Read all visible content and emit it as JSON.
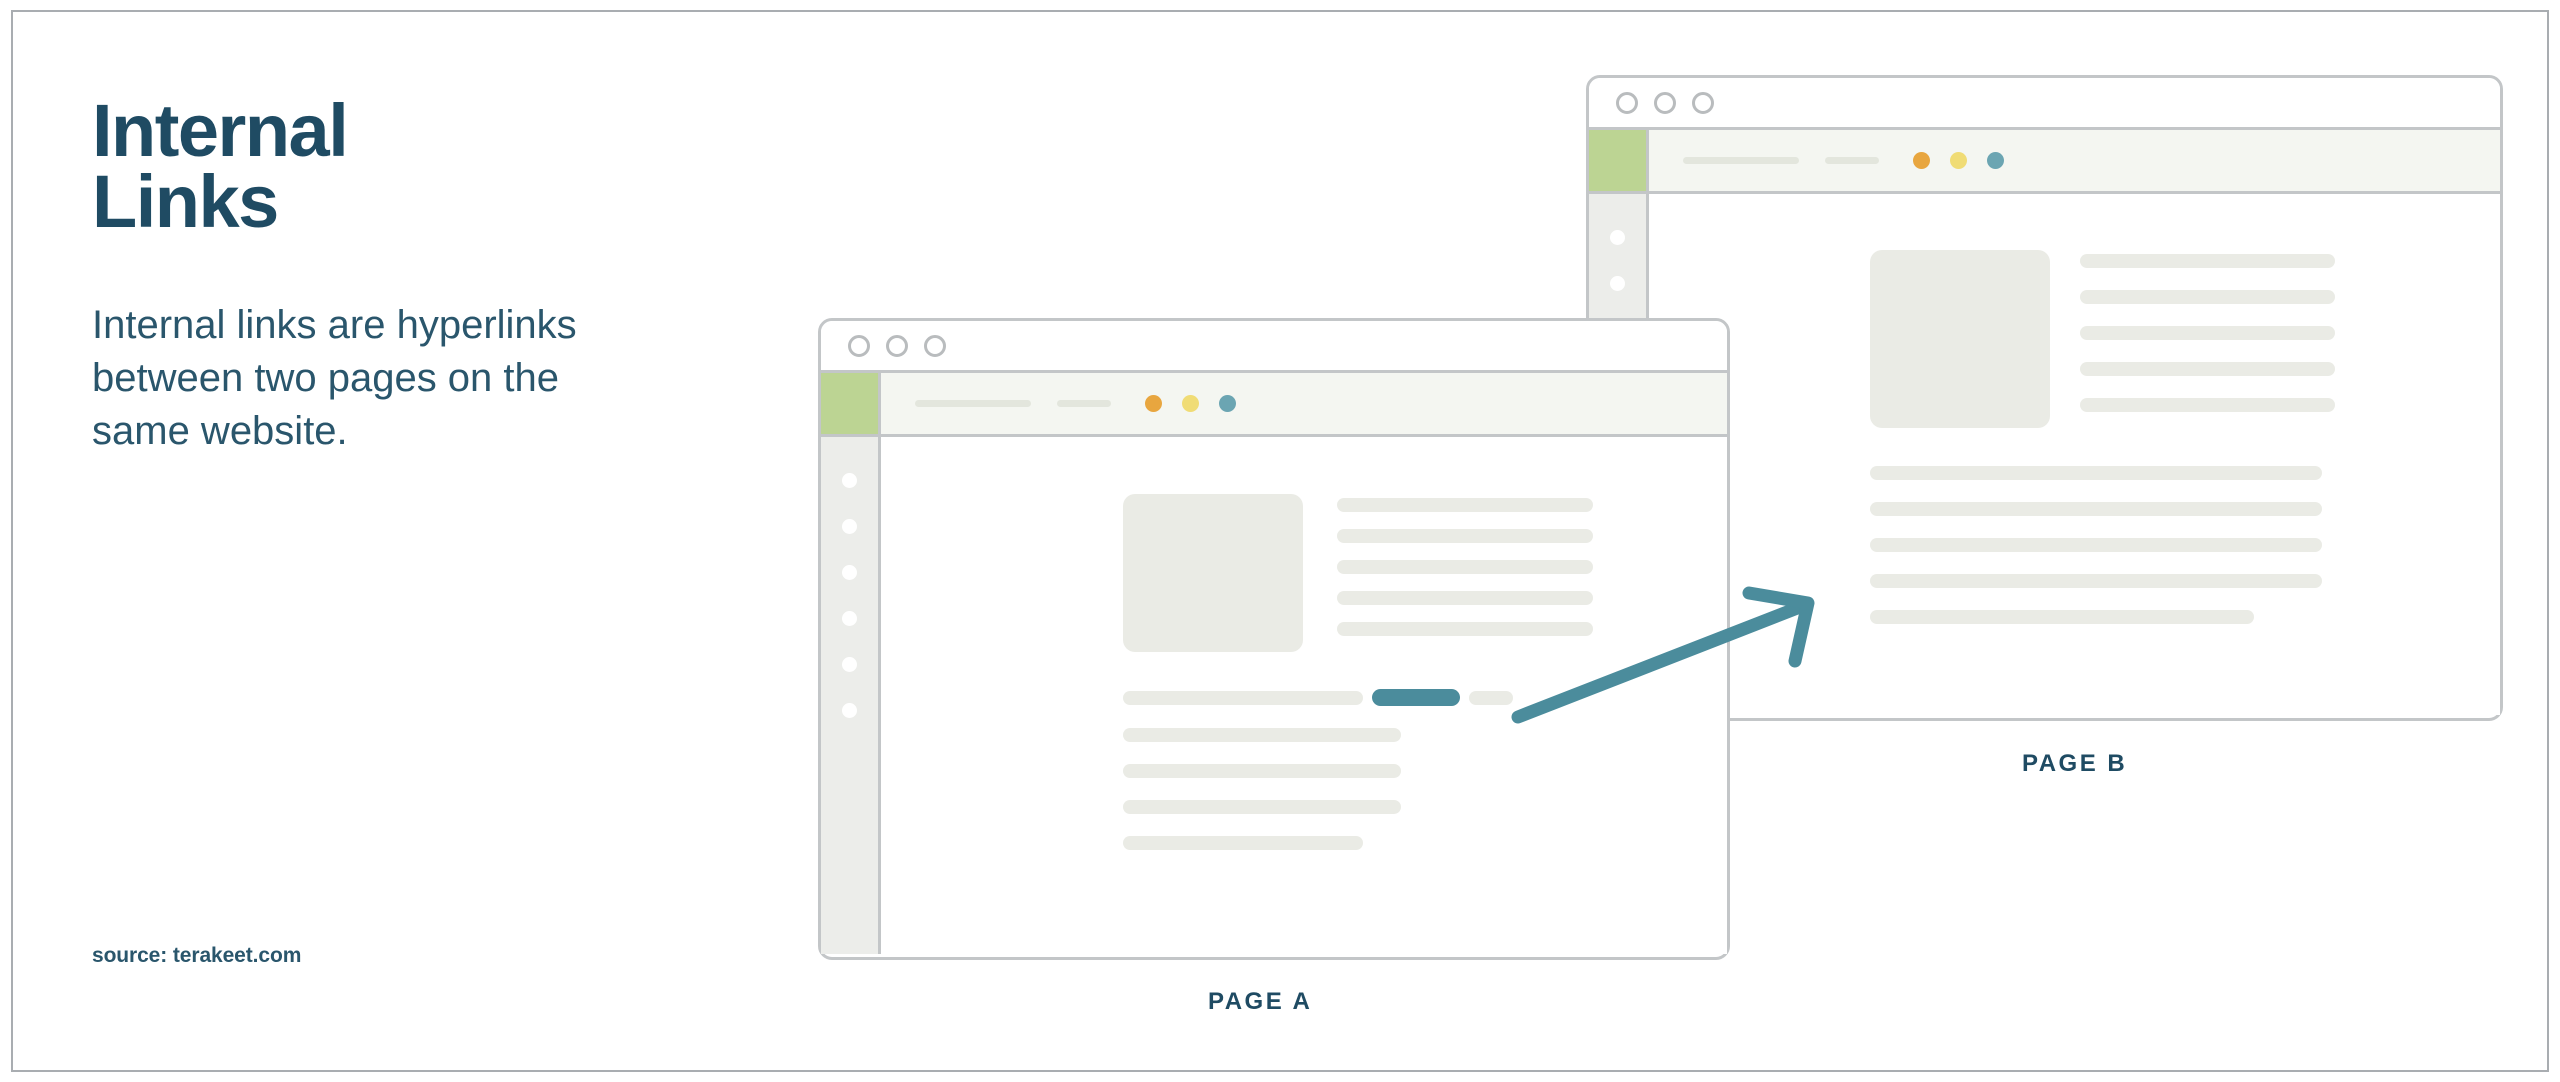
{
  "heading": {
    "line1": "Internal",
    "line2": "Links"
  },
  "body_text": "Internal links are hyperlinks between two pages on the same website.",
  "source": "source: terakeet.com",
  "labels": {
    "page_a": "PAGE A",
    "page_b": "PAGE B"
  },
  "colors": {
    "heading": "#1f4b63",
    "body": "#2a566c",
    "link_highlight": "#4b8c9c",
    "arrow": "#4b8c9c",
    "toolbar_green": "#bcd493",
    "toolbar_orange": "#e8a63f",
    "toolbar_yellow": "#f0dc75",
    "toolbar_teal": "#6ba5b2",
    "skeleton": "#eaebe5",
    "window_border": "#c3c6c8",
    "canvas_border": "#a9adb1"
  },
  "icons": {
    "window_control": "circle-outline-icon",
    "toolbar_dot": "circle-dot-icon",
    "sidebar_bullet": "bullet-dot-icon",
    "link_arrow": "arrow-up-right-icon"
  },
  "page_a": {
    "window_controls": 3,
    "toolbar_dots": [
      "orange",
      "yellow",
      "teal"
    ],
    "sidebar_bullets": 6,
    "top_section": {
      "image_placeholder": "image-placeholder",
      "text_lines": 5
    },
    "bottom_section": {
      "rows": [
        {
          "segments": [
            "long",
            "link",
            "short"
          ]
        },
        {
          "segments": [
            "full"
          ]
        },
        {
          "segments": [
            "full"
          ]
        },
        {
          "segments": [
            "full"
          ]
        },
        {
          "segments": [
            "medium"
          ]
        }
      ]
    }
  },
  "page_b": {
    "window_controls": 3,
    "toolbar_dots": [
      "orange",
      "yellow",
      "teal"
    ],
    "sidebar_bullets": 2,
    "top_section": {
      "image_placeholder": "image-placeholder",
      "text_lines": 5
    },
    "bottom_section": {
      "rows": [
        {
          "segments": [
            "full"
          ]
        },
        {
          "segments": [
            "full"
          ]
        },
        {
          "segments": [
            "full"
          ]
        },
        {
          "segments": [
            "full"
          ]
        },
        {
          "segments": [
            "medium"
          ]
        }
      ]
    }
  }
}
